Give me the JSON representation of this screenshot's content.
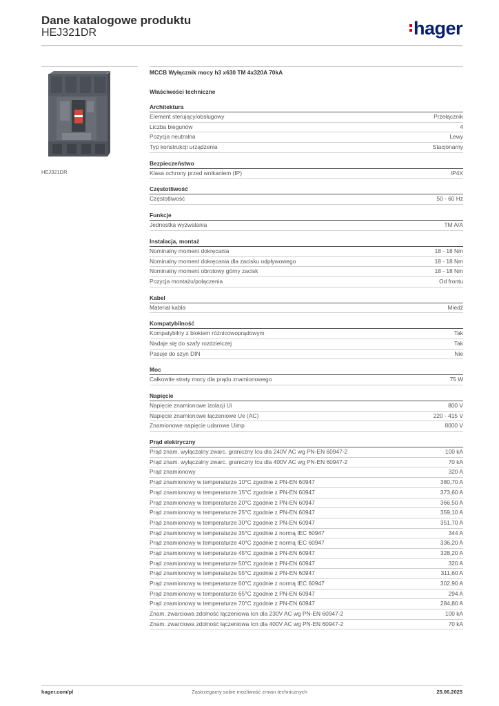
{
  "header": {
    "title": "Dane katalogowe produktu",
    "code": "HEJ321DR",
    "logo_text": "hager"
  },
  "image_caption": "HEJ321DR",
  "product_name": "MCCB Wyłącznik mocy h3 x630 TM 4x320A 70kA",
  "properties_title": "Właściwości techniczne",
  "sections": [
    {
      "title": "Architektura",
      "rows": [
        [
          "Element sterujący/obsługowy",
          "Przełącznik"
        ],
        [
          "Liczba biegunów",
          "4"
        ],
        [
          "Pozycja neutralna",
          "Lewy"
        ],
        [
          "Typ konstrukcji urządzenia",
          "Stacjonarny"
        ]
      ]
    },
    {
      "title": "Bezpieczeństwo",
      "rows": [
        [
          "Klasa ochrony przed wnikaniem (IP)",
          "IP4X"
        ]
      ]
    },
    {
      "title": "Częstotliwość",
      "rows": [
        [
          "Częstotliwość",
          "50 - 60 Hz"
        ]
      ]
    },
    {
      "title": "Funkcje",
      "rows": [
        [
          "Jednostka wyzwalania",
          "TM A/A"
        ]
      ]
    },
    {
      "title": "Instalacja, montaż",
      "rows": [
        [
          "Nominalny moment dokręcania",
          "18 - 18 Nm"
        ],
        [
          "Nominalny moment dokręcania dla zacisku odpływowego",
          "18 - 18 Nm"
        ],
        [
          "Nominalny moment obrotowy górny zacisk",
          "18 - 18 Nm"
        ],
        [
          "Pozycja montażu/połączenia",
          "Od frontu"
        ]
      ]
    },
    {
      "title": "Kabel",
      "rows": [
        [
          "Materiał kabla",
          "Miedź"
        ]
      ]
    },
    {
      "title": "Kompatybilność",
      "rows": [
        [
          "Kompatybilny z blokiem różnicowoprądowym",
          "Tak"
        ],
        [
          "Nadaje się do szafy rozdzielczej",
          "Tak"
        ],
        [
          "Pasuje do szyn DIN",
          "Nie"
        ]
      ]
    },
    {
      "title": "Moc",
      "rows": [
        [
          "Całkowite straty mocy dla prądu znamionowego",
          "75 W"
        ]
      ]
    },
    {
      "title": "Napięcie",
      "rows": [
        [
          "Napięcie znamionowe izolacji Ui",
          "800 V"
        ],
        [
          "Napięcie znamionowe łączeniowe Ue (AC)",
          "220 - 415 V"
        ],
        [
          "Znamionowe napięcie udarowe Uimp",
          "8000 V"
        ]
      ]
    },
    {
      "title": "Prąd elektryczny",
      "rows": [
        [
          "Prąd znam. wyłączalny zwarc. graniczny Icu dla 240V AC wg PN-EN 60947-2",
          "100 kA"
        ],
        [
          "Prąd znam. wyłączalny zwarc. graniczny Icu dla 400V AC wg PN-EN 60947-2",
          "70 kA"
        ],
        [
          "Prąd znamionowy",
          "320 A"
        ],
        [
          "Prąd znamionowy w temperaturze 10°C zgodnie z PN-EN 60947",
          "380,70 A"
        ],
        [
          "Prąd znamionowy w temperaturze 15°C zgodnie z PN-EN 60947",
          "373,60 A"
        ],
        [
          "Prąd znamionowy w temperaturze 20°C zgodnie z PN-EN 60947",
          "366,50 A"
        ],
        [
          "Prąd znamionowy w temperaturze 25°C zgodnie z PN-EN 60947",
          "359,10 A"
        ],
        [
          "Prąd znamionowy w temperaturze 30°C zgodnie z PN-EN 60947",
          "351,70 A"
        ],
        [
          "Prąd znamionowy w temperaturze 35°C zgodnie z normą IEC 60947",
          "344 A"
        ],
        [
          "Prąd znamionowy w temperaturze 40°C zgodnie z normą IEC 60947",
          "336,20 A"
        ],
        [
          "Prąd znamionowy w temperaturze 45°C zgodnie z PN-EN 60947",
          "328,20 A"
        ],
        [
          "Prąd znamionowy w temperaturze 50°C zgodnie z PN-EN 60947",
          "320 A"
        ],
        [
          "Prąd znamionowy w temperaturze 55°C zgodnie z PN-EN 60947",
          "311,60 A"
        ],
        [
          "Prąd znamionowy w temperaturze 60°C zgodnie z normą IEC 60947",
          "302,90 A"
        ],
        [
          "Prąd znamionowy w temperaturze 65°C zgodnie z PN-EN 60947",
          "294 A"
        ],
        [
          "Prąd znamionowy w temperaturze 70°C zgodnie z PN-EN 60947",
          "284,80 A"
        ],
        [
          "Znam. zwarciowa zdolność łączeniowa Icn dla 230V AC wg PN-EN 60947-2",
          "100 kA"
        ],
        [
          "Znam. zwarciowa zdolność łączeniowa Icn dla 400V AC wg PN-EN 60947-2",
          "70 kA"
        ]
      ]
    }
  ],
  "footer": {
    "left": "hager.com/pl",
    "middle": "Zastrzegamy sobie możliwość zmian technicznych",
    "right": "25.06.2025"
  }
}
